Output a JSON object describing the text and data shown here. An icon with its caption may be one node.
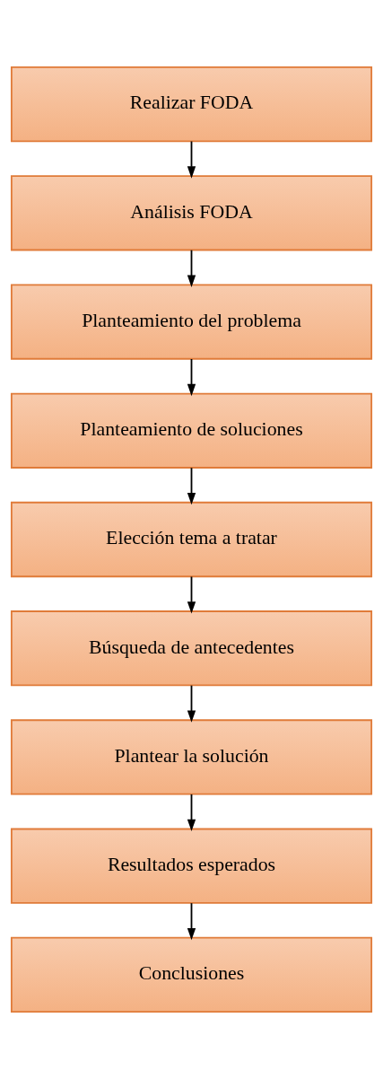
{
  "diagram": {
    "nodes": [
      {
        "text": [
          "Realizar FODA"
        ]
      },
      {
        "text": [
          "Análisis FODA"
        ]
      },
      {
        "text": [
          "Planteamiento del problema"
        ]
      },
      {
        "text": [
          "Planteamiento de soluciones"
        ]
      },
      {
        "text": [
          "Elección tema a tratar"
        ]
      },
      {
        "text": [
          "Búsqueda de antecedentes"
        ]
      },
      {
        "text": [
          "Plantear la solución"
        ]
      },
      {
        "text": [
          "Resultados esperados"
        ]
      },
      {
        "text": [
          "Conclusiones"
        ]
      }
    ],
    "edges": [
      {
        "from": 0,
        "to": 1,
        "arrow": "to"
      },
      {
        "from": 1,
        "to": 2,
        "arrow": "to"
      },
      {
        "from": 2,
        "to": 3,
        "arrow": "to"
      },
      {
        "from": 3,
        "to": 4,
        "arrow": "to"
      },
      {
        "from": 4,
        "to": 5,
        "arrow": "to"
      },
      {
        "from": 5,
        "to": 6,
        "arrow": "to"
      },
      {
        "from": 6,
        "to": 7,
        "arrow": "to"
      },
      {
        "from": 7,
        "to": 8,
        "arrow": "to"
      }
    ]
  }
}
